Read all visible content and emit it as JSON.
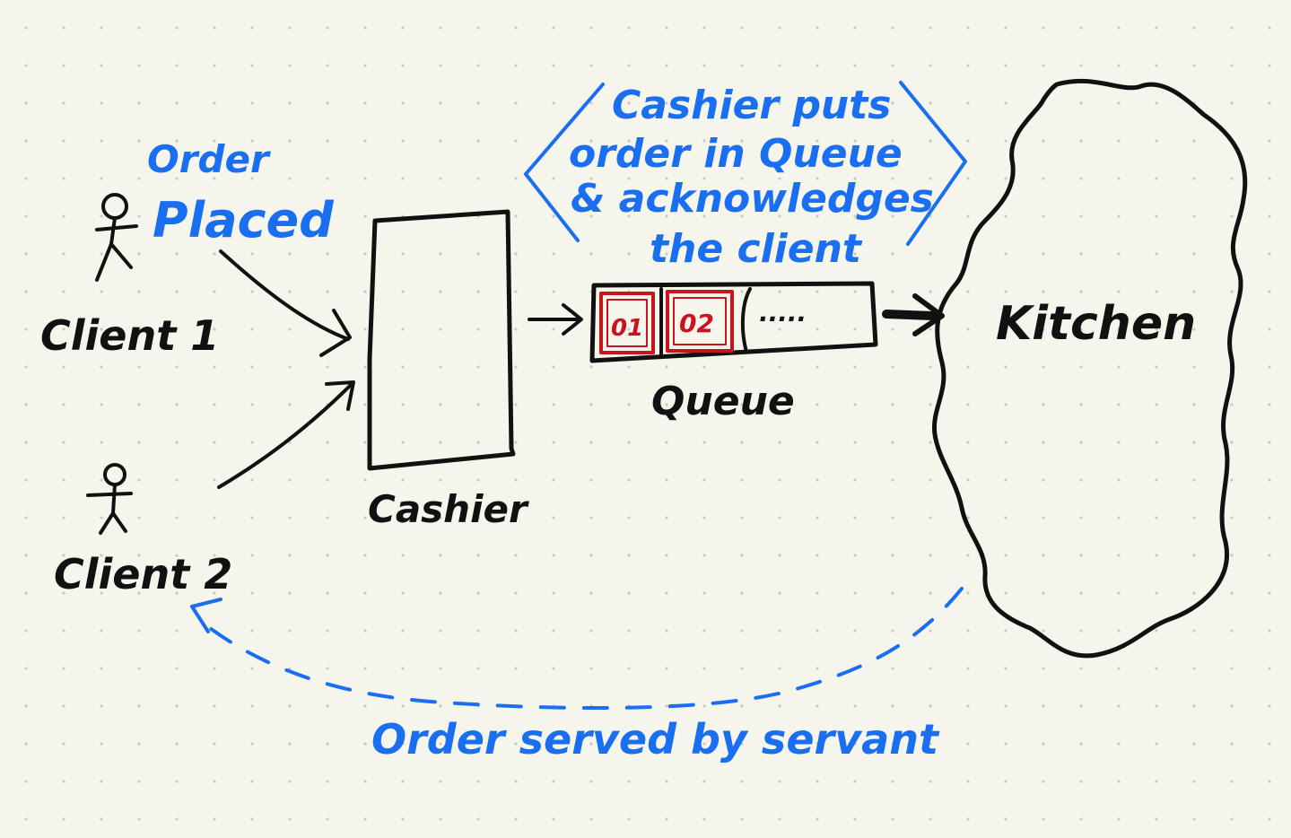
{
  "diagram": {
    "clients": [
      {
        "label": "Client 1"
      },
      {
        "label": "Client 2"
      }
    ],
    "order_placed_label": [
      "Order",
      "Placed"
    ],
    "cashier_label": "Cashier",
    "queue": {
      "label": "Queue",
      "slots": [
        "01",
        "02"
      ],
      "ellipsis": "....."
    },
    "note_lines": [
      "Cashier puts",
      "order in Queue",
      "& acknowledges",
      "the client"
    ],
    "kitchen_label": "Kitchen",
    "served_label": "Order served by servant"
  },
  "colors": {
    "background": "#f5f5ec",
    "grid_dots": "#c9cbc0",
    "ink": "#111111",
    "annotation": "#1a6ff0",
    "queue_slot": "#c8141e"
  }
}
